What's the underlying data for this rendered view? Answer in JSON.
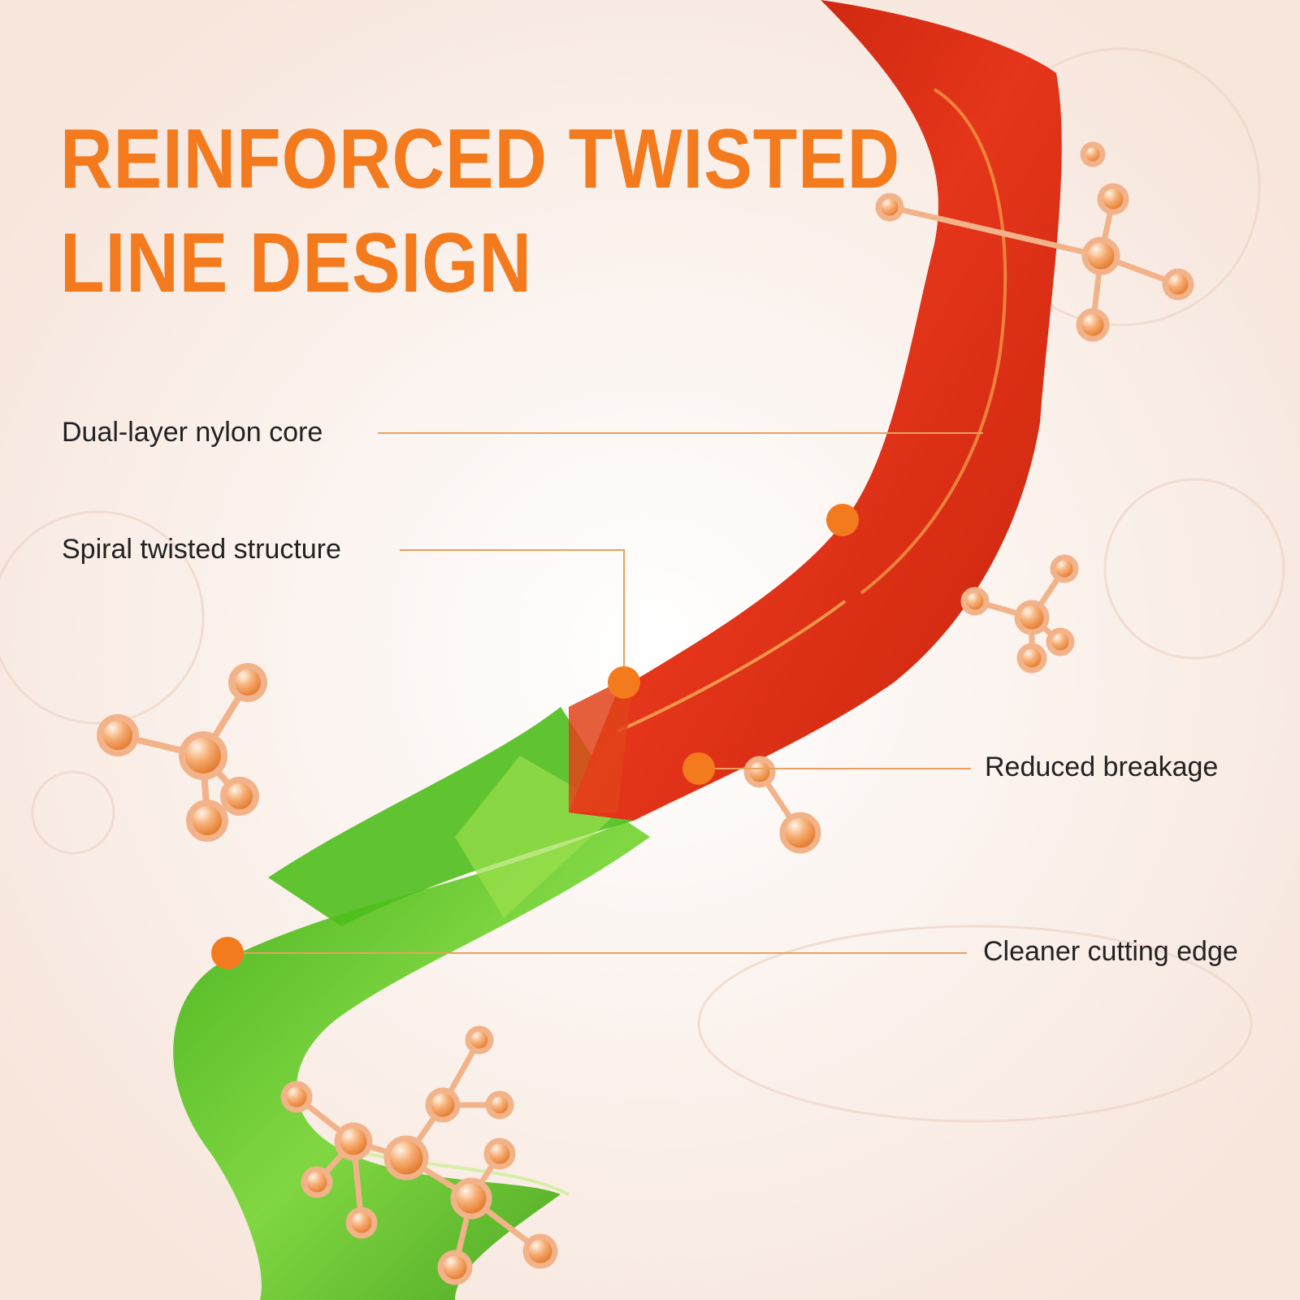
{
  "headline": {
    "line1": "REINFORCED TWISTED",
    "line2": "LINE DESIGN"
  },
  "callouts": [
    {
      "label": "Dual-layer nylon core"
    },
    {
      "label": "Spiral twisted structure"
    },
    {
      "label": "Reduced breakage"
    },
    {
      "label": "Cleaner cutting edge"
    }
  ],
  "colors": {
    "headline": "#f47a1e",
    "leader_line": "#e8a060",
    "marker_dot": "#f47a1e",
    "ribbon_red": "#d7290f",
    "ribbon_green": "#5cc51f",
    "molecule": "#f6a468",
    "background": "#fbf3ee"
  },
  "icons": [
    "molecule-icon",
    "twisted-ribbon"
  ]
}
